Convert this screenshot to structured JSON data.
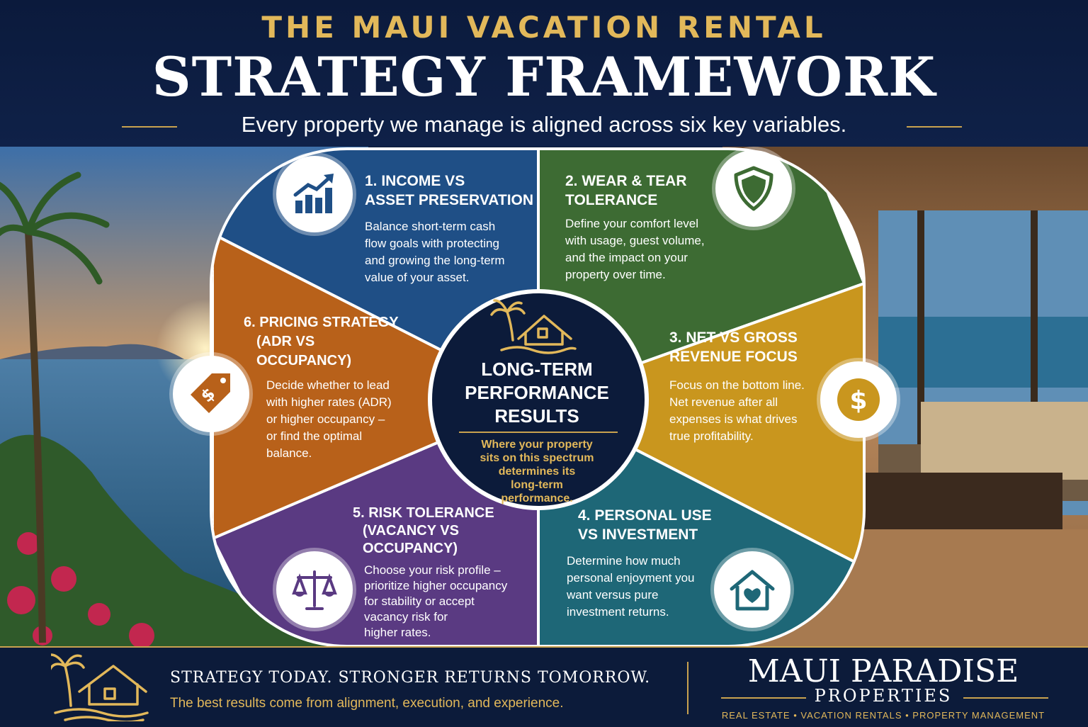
{
  "header": {
    "pre_title": "THE MAUI VACATION RENTAL",
    "title": "STRATEGY FRAMEWORK",
    "subtitle": "Every property we manage is aligned across six key variables."
  },
  "center": {
    "title_lines": [
      "LONG-TERM",
      "PERFORMANCE",
      "RESULTS"
    ],
    "desc_lines": [
      "Where your property",
      "sits on this spectrum",
      "determines its",
      "long-term",
      "performance."
    ],
    "icon": "palm-house-icon"
  },
  "segments": [
    {
      "title_lines": [
        "1. INCOME VS",
        "ASSET PRESERVATION"
      ],
      "desc_lines": [
        "Balance short-term cash",
        "flow goals with protecting",
        "and growing the long-term",
        "value of your asset."
      ],
      "icon": "growth-chart-icon",
      "color": "#1f4f86"
    },
    {
      "title_lines": [
        "2. WEAR & TEAR",
        "TOLERANCE"
      ],
      "desc_lines": [
        "Define your comfort level",
        "with usage, guest volume,",
        "and the impact on your",
        "property over time."
      ],
      "icon": "shield-icon",
      "color": "#3d6b33"
    },
    {
      "title_lines": [
        "3. NET VS GROSS",
        "REVENUE FOCUS"
      ],
      "desc_lines": [
        "Focus on the bottom line.",
        "Net revenue after all",
        "expenses is what drives",
        "true profitability."
      ],
      "icon": "dollar-icon",
      "color": "#c9961e"
    },
    {
      "title_lines": [
        "4. PERSONAL USE",
        "VS INVESTMENT"
      ],
      "desc_lines": [
        "Determine how much",
        "personal enjoyment you",
        "want versus pure",
        "investment returns."
      ],
      "icon": "house-heart-icon",
      "color": "#1e6777"
    },
    {
      "title_lines": [
        "5. RISK TOLERANCE",
        "(VACANCY VS",
        "OCCUPANCY)"
      ],
      "desc_lines": [
        "Choose your risk profile –",
        "prioritize higher occupancy",
        "for stability or accept",
        "vacancy risk for",
        "higher rates."
      ],
      "icon": "scales-icon",
      "color": "#5a3a82"
    },
    {
      "title_lines": [
        "6. PRICING STRATEGY",
        "(ADR VS",
        "OCCUPANCY)"
      ],
      "desc_lines": [
        "Decide whether to lead",
        "with higher rates (ADR)",
        "or higher occupancy –",
        "or find the optimal",
        "balance."
      ],
      "icon": "price-tag-icon",
      "color": "#b8611a"
    }
  ],
  "footer": {
    "tagline": "STRATEGY TODAY. STRONGER RETURNS TOMORROW.",
    "subtext": "The best results come from alignment, execution, and experience.",
    "brand": "MAUI PARADISE",
    "brand_sub": "PROPERTIES",
    "services": "REAL ESTATE  •  VACATION RENTALS  •  PROPERTY MANAGEMENT",
    "icon": "palm-house-icon"
  },
  "colors": {
    "navy": "#0c1b3a",
    "gold": "#e2b85a"
  }
}
